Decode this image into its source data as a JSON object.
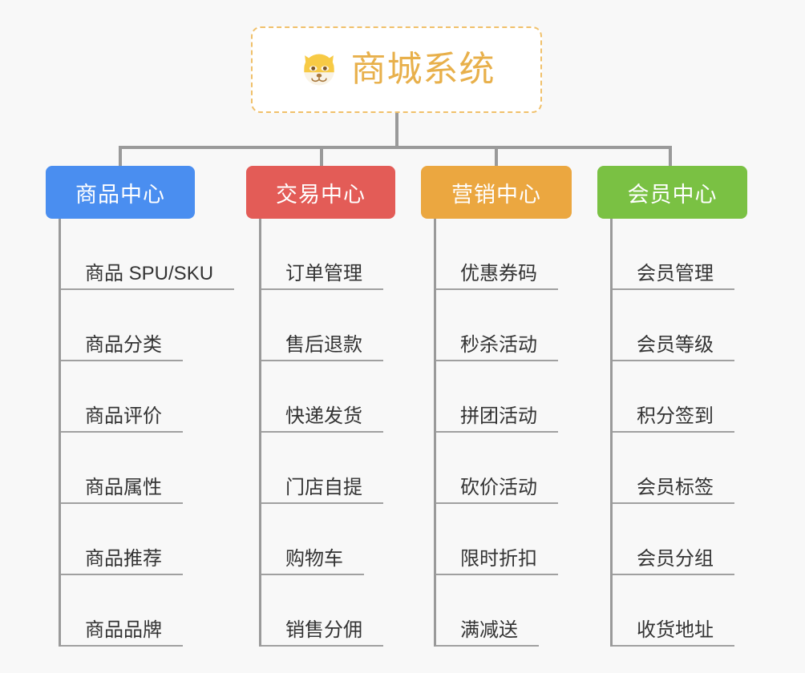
{
  "background_color": "#f8f8f8",
  "root": {
    "title": "商城系统",
    "icon": "dog-face-icon",
    "text_color": "#e8b04b",
    "border_color": "#f0c06a",
    "background_color": "#ffffff"
  },
  "branches": [
    {
      "id": "product-center",
      "label": "商品中心",
      "color": "#4a8ef0",
      "items": [
        {
          "label": "商品 SPU/SKU"
        },
        {
          "label": "商品分类"
        },
        {
          "label": "商品评价"
        },
        {
          "label": "商品属性"
        },
        {
          "label": "商品推荐"
        },
        {
          "label": "商品品牌"
        }
      ]
    },
    {
      "id": "trade-center",
      "label": "交易中心",
      "color": "#e35c57",
      "items": [
        {
          "label": "订单管理"
        },
        {
          "label": "售后退款"
        },
        {
          "label": "快递发货"
        },
        {
          "label": "门店自提"
        },
        {
          "label": "购物车"
        },
        {
          "label": "销售分佣"
        }
      ]
    },
    {
      "id": "marketing-center",
      "label": "营销中心",
      "color": "#eba740",
      "items": [
        {
          "label": "优惠券码"
        },
        {
          "label": "秒杀活动"
        },
        {
          "label": "拼团活动"
        },
        {
          "label": "砍价活动"
        },
        {
          "label": "限时折扣"
        },
        {
          "label": "满减送"
        }
      ]
    },
    {
      "id": "member-center",
      "label": "会员中心",
      "color": "#7ac143",
      "items": [
        {
          "label": "会员管理"
        },
        {
          "label": "会员等级"
        },
        {
          "label": "积分签到"
        },
        {
          "label": "会员标签"
        },
        {
          "label": "会员分组"
        },
        {
          "label": "收货地址"
        }
      ]
    }
  ],
  "connector_color": "#9a9a9a",
  "leaf_text_color": "#333333",
  "leaf_rule_color": "#a0a0a0"
}
